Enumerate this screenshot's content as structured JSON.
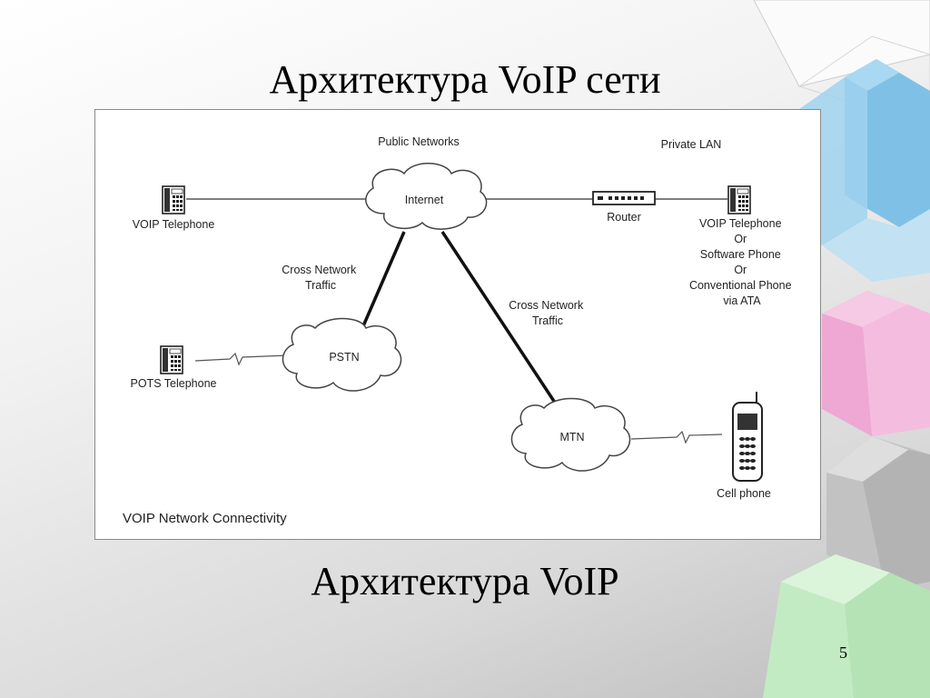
{
  "slide": {
    "title": "Архитектура VoIP сети",
    "caption": "Архитектура VoIP",
    "page_number": "5"
  },
  "diagram": {
    "public_networks": "Public Networks",
    "private_lan": "Private  LAN",
    "internet": "Internet",
    "router": "Router",
    "voip_telephone_left": "VOIP Telephone",
    "voip_telephone_right": [
      "VOIP Telephone",
      "Or",
      "Software Phone",
      "Or",
      "Conventional Phone",
      "via ATA"
    ],
    "cross_traffic_left": [
      "Cross Network",
      "Traffic"
    ],
    "cross_traffic_right": [
      "Cross Network",
      "Traffic"
    ],
    "pstn": "PSTN",
    "pots_telephone": "POTS Telephone",
    "mtn": "MTN",
    "cell_phone": "Cell phone",
    "footer": "VOIP Network Connectivity"
  },
  "colors": {
    "blue_cube": "#8ec9ea",
    "pink_cube": "#f1b6da",
    "green_cube": "#c6edc6",
    "gray_cube": "#c8c8c8"
  }
}
